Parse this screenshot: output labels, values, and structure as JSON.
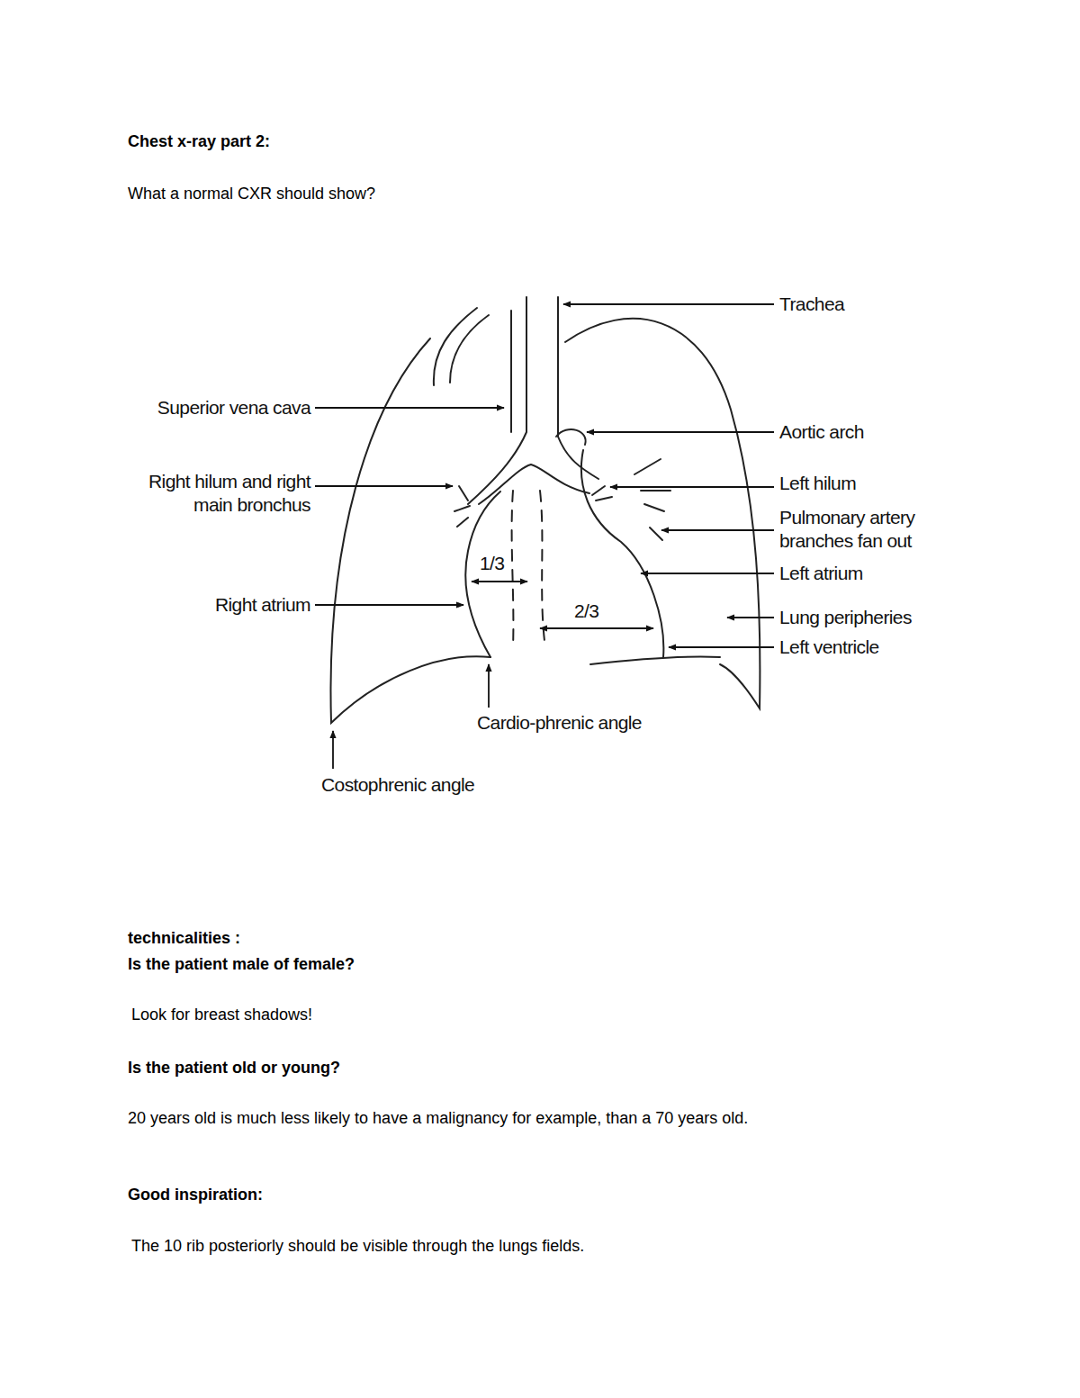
{
  "diagram": {
    "title": "Chest x-ray part 2:",
    "labels": [
      "What a normal CXR should show?",
      "Trachea",
      "Superior vena cava",
      "Aortic arch",
      "Right hilum and right main bronchus",
      "Left hilum",
      "Pulmonary artery branches fan out",
      "Left atrium",
      "Right atrium",
      "Lung peripheries",
      "Left ventricle",
      "Cardio-phrenic angle",
      "Costophrenic angle",
      "1/3",
      "2/3",
      "technicalities :",
      "Is the patient male of female?",
      "Look for breast shadows!",
      "Is the patient old or young?",
      "20 years old is much less likely to have a malignancy for example, than a 70 years old.",
      "Good inspiration:",
      "The 10 rib posteriorly should be visible through the lungs fields."
    ]
  }
}
